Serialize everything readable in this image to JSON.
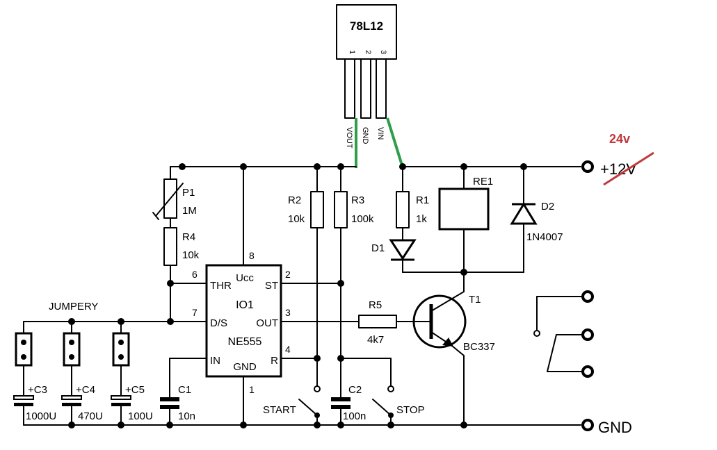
{
  "regulator": {
    "name": "78L12",
    "pin_numbers": [
      "1",
      "2",
      "3"
    ],
    "pin_names": [
      "VOUT",
      "GND",
      "VIN"
    ]
  },
  "supply": {
    "new_voltage": "24v",
    "old_voltage": "+12V",
    "ground": "GND"
  },
  "ic": {
    "ref": "IO1",
    "part": "NE555",
    "ucc": "Ucc",
    "thr": "THR",
    "st": "ST",
    "ds": "D/S",
    "out": "OUT",
    "in": "IN",
    "gnd": "GND",
    "r": "R",
    "pin8": "8",
    "pin6": "6",
    "pin2": "2",
    "pin7": "7",
    "pin3": "3",
    "pin4": "4",
    "pin1": "1"
  },
  "components": {
    "p1_ref": "P1",
    "p1_val": "1M",
    "r4_ref": "R4",
    "r4_val": "10k",
    "r2_ref": "R2",
    "r2_val": "10k",
    "r3_ref": "R3",
    "r3_val": "100k",
    "r1_ref": "R1",
    "r1_val": "1k",
    "d1_ref": "D1",
    "re1_ref": "RE1",
    "d2_ref": "D2",
    "d2_val": "1N4007",
    "r5_ref": "R5",
    "r5_val": "4k7",
    "t1_ref": "T1",
    "t1_val": "BC337",
    "c1_ref": "C1",
    "c1_val": "10n",
    "c2_ref": "C2",
    "c2_val": "100n",
    "c3_ref": "+C3",
    "c3_val": "1000U",
    "c4_ref": "+C4",
    "c4_val": "470U",
    "c5_ref": "+C5",
    "c5_val": "100U"
  },
  "labels": {
    "jumpers": "JUMPERY",
    "start": "START",
    "stop": "STOP"
  },
  "colors": {
    "modification_wire": "#2e9e48",
    "modification_text": "#c0393b",
    "ink": "#000000"
  }
}
